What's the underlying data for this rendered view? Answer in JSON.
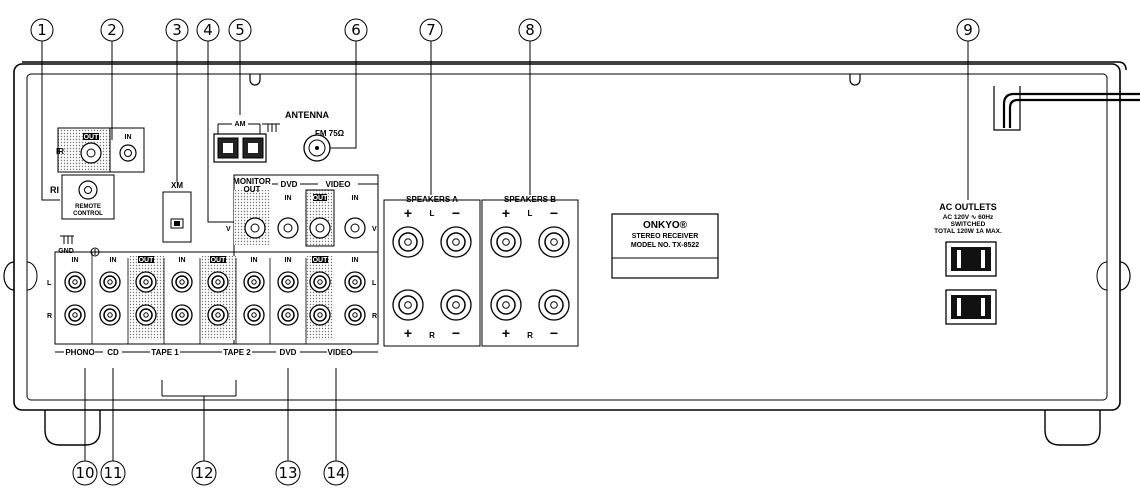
{
  "callouts": {
    "n1": "1",
    "n2": "2",
    "n3": "3",
    "n4": "4",
    "n5": "5",
    "n6": "6",
    "n7": "7",
    "n8": "8",
    "n9": "9",
    "n10": "10",
    "n11": "11",
    "n12": "12",
    "n13": "13",
    "n14": "14"
  },
  "ir": {
    "ir": "IR",
    "out": "OUT",
    "in": "IN"
  },
  "remote": {
    "ri": "RI",
    "line1": "REMOTE",
    "line2": "CONTROL"
  },
  "xm": "XM",
  "gnd": "GND",
  "antenna": {
    "title": "ANTENNA",
    "am": "AM",
    "fm": "FM 75Ω"
  },
  "monitor": {
    "line1": "MONITOR",
    "line2": "OUT",
    "v": "V"
  },
  "dvd_video_top": {
    "dvd": "DVD",
    "video": "VIDEO",
    "in": "IN",
    "out": "OUT",
    "v": "V"
  },
  "audio_inputs": {
    "in": "IN",
    "out": "OUT",
    "l": "L",
    "r": "R",
    "phono": "PHONO",
    "cd": "CD",
    "tape1": "TAPE 1",
    "tape2": "TAPE 2",
    "dvd": "DVD",
    "video": "VIDEO"
  },
  "speakers": {
    "a": "SPEAKERS A",
    "b": "SPEAKERS B",
    "l": "L",
    "r": "R",
    "plus": "+",
    "minus": "−"
  },
  "nameplate": {
    "brand": "ONKYO®",
    "line1": "STEREO RECEIVER",
    "line2": "MODEL NO. TX-8522"
  },
  "ac": {
    "title": "AC OUTLETS",
    "line1": "AC 120V ∿ 60Hz",
    "line2": "SWITCHED",
    "line3": "TOTAL 120W  1A  MAX."
  }
}
